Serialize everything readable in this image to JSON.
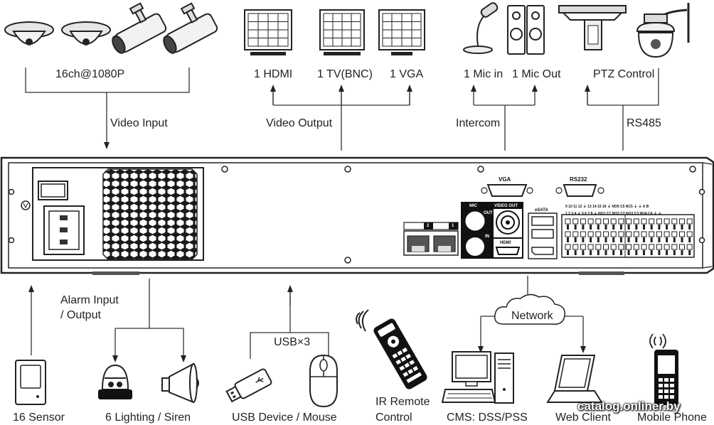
{
  "labels": {
    "cameras": "16ch@1080P",
    "video_input": "Video Input",
    "hdmi": "1 HDMI",
    "tv": "1 TV(BNC)",
    "vga": "1 VGA",
    "video_output": "Video Output",
    "mic_in": "1 Mic in",
    "mic_out": "1 Mic Out",
    "intercom": "Intercom",
    "ptz": "PTZ Control",
    "rs485": "RS485",
    "alarm_line1": "Alarm Input",
    "alarm_line2": "/ Output",
    "usb_count": "USB×3",
    "network": "Network",
    "sensor": "16 Sensor",
    "lighting": "6 Lighting / Siren",
    "usb_device": "USB Device / Mouse",
    "ir_line1": "IR Remote",
    "ir_line2": "Control",
    "cms": "CMS: DSS/PSS",
    "web_client": "Web Client",
    "mobile": "Mobile Phone"
  },
  "panel": {
    "vga": "VGA",
    "rs232": "RS232",
    "mic": "MIC",
    "mic_out": "OUT",
    "mic_in": "IN",
    "video_out": "VIDEO OUT",
    "hdmi": "HDMI",
    "esata": "eSATA",
    "lan2": "2",
    "lan1": "1",
    "terminal_row1": "9 10 11 12 ⏚ 13 14 15 16 ⏚  NO5 C5 NC5 ⏚  ⏚ A B",
    "terminal_row2": "1 2 3 4 ⏚ 5 6 7 8 ⏚  NO1 C1 NO2 C2 NO3 C3 NO4 C4 ⏚ ⏚"
  },
  "watermark": "catalog.onliner.by"
}
